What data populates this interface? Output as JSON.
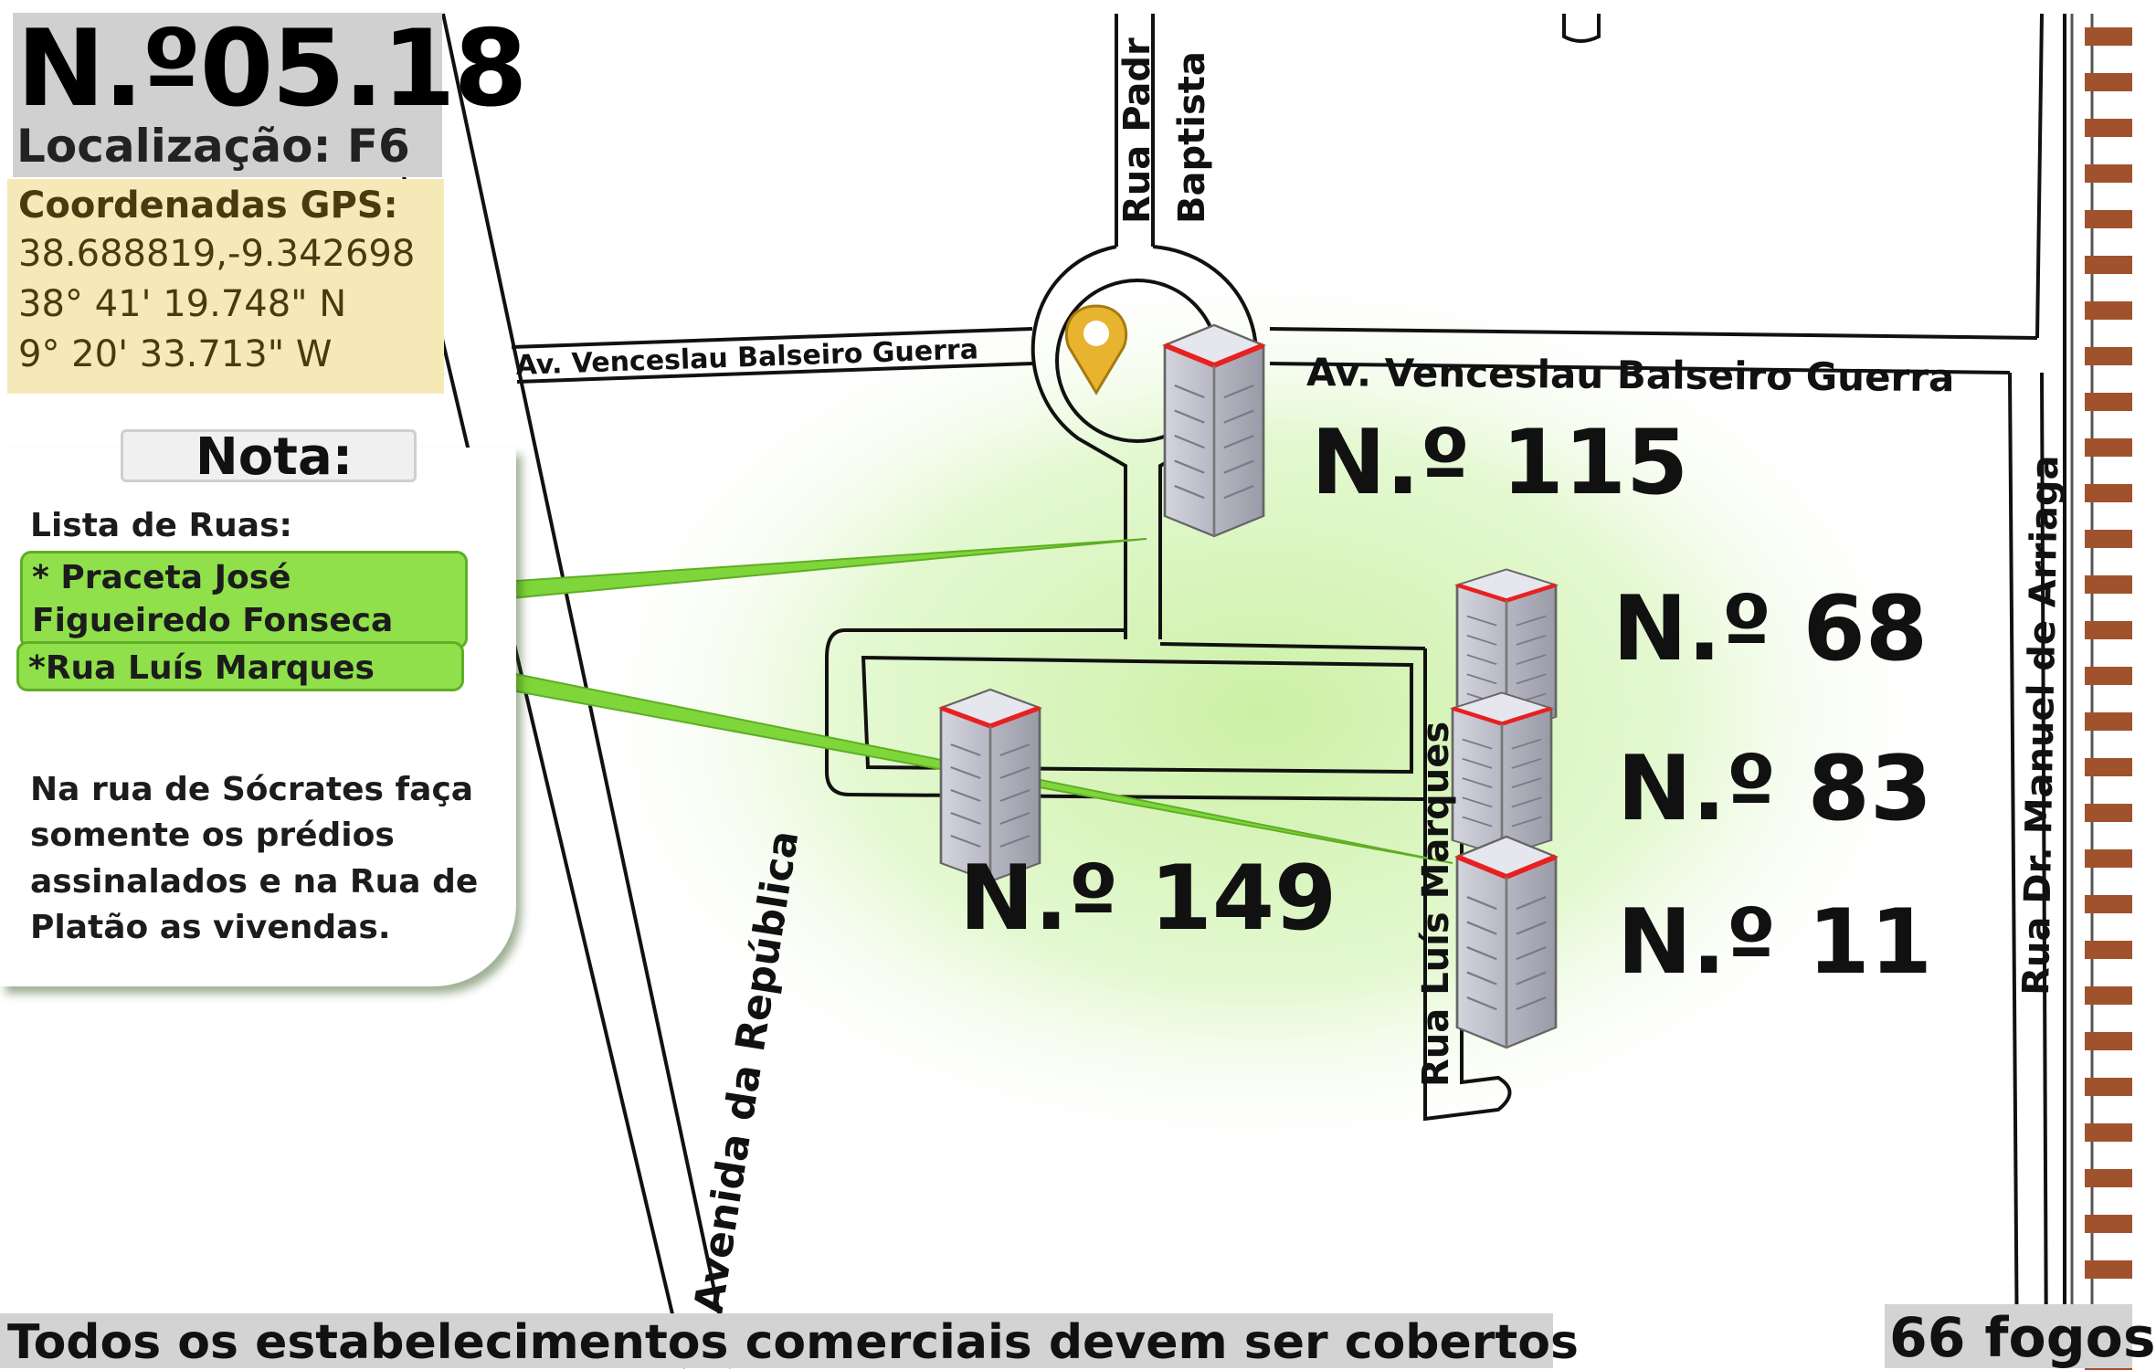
{
  "header": {
    "number": "N.º05.18",
    "location": "Localização: F6"
  },
  "gps": {
    "title": "Coordenadas GPS:",
    "decimal": "38.688819,-9.342698",
    "lat_dms": "38° 41' 19.748\" N",
    "lon_dms": "9° 20' 33.713\" W"
  },
  "note": {
    "title": "Nota:",
    "subtitle": "Lista de Ruas:",
    "streets": [
      "* Praceta José Figueiredo Fonseca",
      "*Rua Luís Marques"
    ],
    "body": "Na rua de Sócrates faça somente os prédios assinalados e na Rua de Platão as vivendas."
  },
  "streets": {
    "av_venceslau_left": "Av. Venceslau Balseiro Guerra",
    "av_venceslau_right": "Av. Venceslau Balseiro Guerra",
    "rua_padre": "Rua Padr",
    "baptista": "Baptista",
    "avenida_republica": "Avenida da República",
    "rua_luis_marques": "Rua Luís Marques",
    "rua_manuel_arriaga": "Rua Dr. Manuel de Arriaga"
  },
  "buildings": [
    {
      "label": "N.º 115"
    },
    {
      "label": "N.º 68"
    },
    {
      "label": "N.º 83"
    },
    {
      "label": "N.º 11"
    },
    {
      "label": "N.º 149"
    }
  ],
  "footer": {
    "notice": "Todos os estabelecimentos comerciais devem ser cobertos",
    "count": "66 fogos"
  },
  "colors": {
    "highlight_green": "#8fe04a",
    "gps_bg": "#f5e9b8",
    "header_bg": "#d0d0d0",
    "roof_red": "#e8201f",
    "pin_gold": "#e8b430",
    "rail_brown": "#a0522d"
  }
}
